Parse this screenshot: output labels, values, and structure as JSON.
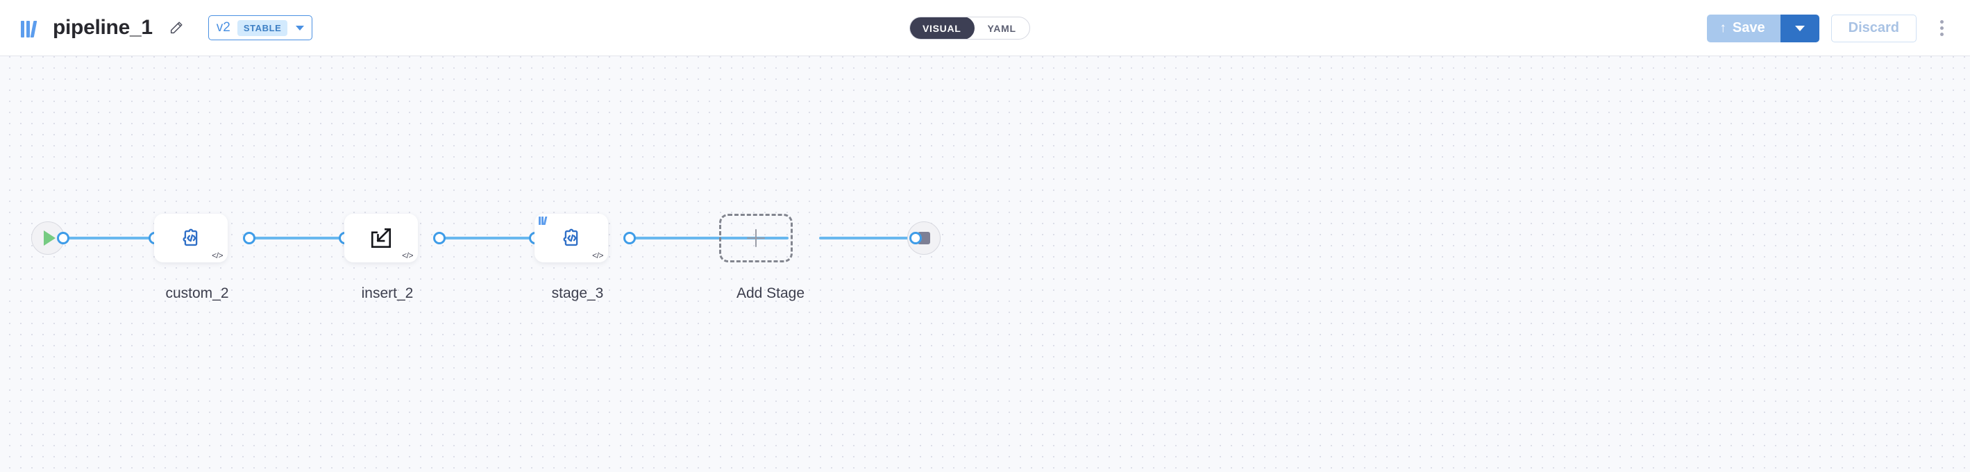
{
  "header": {
    "logo_icon": "bookshelf-logo-icon",
    "title": "pipeline_1",
    "edit_icon": "pencil-icon",
    "version": {
      "label": "v2",
      "badge": "STABLE",
      "chevron_icon": "chevron-down-icon"
    },
    "mode_toggle": {
      "options": [
        "VISUAL",
        "YAML"
      ],
      "selected": "VISUAL"
    },
    "actions": {
      "save_label": "Save",
      "save_icon": "upload-arrow-icon",
      "save_caret_icon": "chevron-down-icon",
      "discard_label": "Discard",
      "kebab_icon": "more-vertical-icon"
    },
    "colors": {
      "accent_blue": "#4a90e2",
      "save_blue": "#2f72c6",
      "save_disabled": "#a8c8ed",
      "toggle_active": "#3d3f54",
      "badge_bg": "#d3eafd"
    }
  },
  "canvas": {
    "background": "#f8f9fc",
    "dot_color": "#dcdee8",
    "edge_color": "#68b8ef",
    "port_color": "#3e9ce8"
  },
  "pipeline": {
    "start_node": {
      "name": "start-node",
      "icon": "play-icon",
      "color": "#76cb82"
    },
    "end_node": {
      "name": "end-node",
      "icon": "stop-square-icon",
      "color": "#7d7f94"
    },
    "stages": [
      {
        "label": "custom_2",
        "icon": "custom-code-puzzle-icon",
        "badge": "</>",
        "has_logo": false
      },
      {
        "label": "insert_2",
        "icon": "insert-arrow-square-icon",
        "badge": "</>",
        "has_logo": false
      },
      {
        "label": "stage_3",
        "icon": "custom-code-puzzle-icon",
        "badge": "</>",
        "has_logo": true
      }
    ],
    "add_stage": {
      "label": "Add Stage",
      "icon": "plus-icon"
    }
  }
}
